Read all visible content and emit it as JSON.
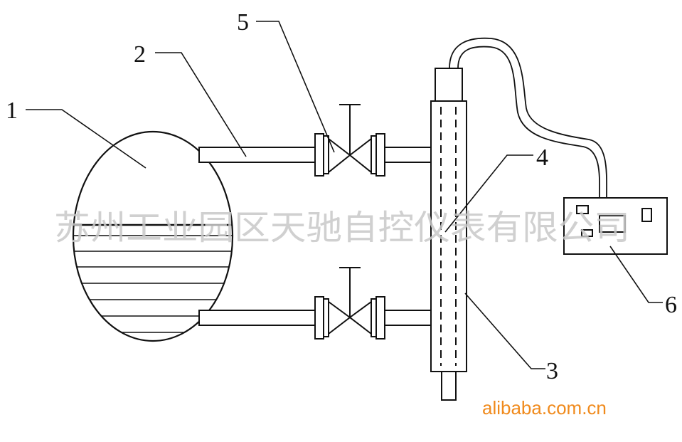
{
  "callouts": {
    "n1": "1",
    "n2": "2",
    "n3": "3",
    "n4": "4",
    "n5": "5",
    "n6": "6"
  },
  "watermark": "苏州工业园区天驰自控仪表有限公司",
  "credit": "alibaba.com.cn",
  "colors": {
    "ink": "#111111",
    "watermark": "#c8c8c8",
    "credit": "#f08a1c"
  }
}
